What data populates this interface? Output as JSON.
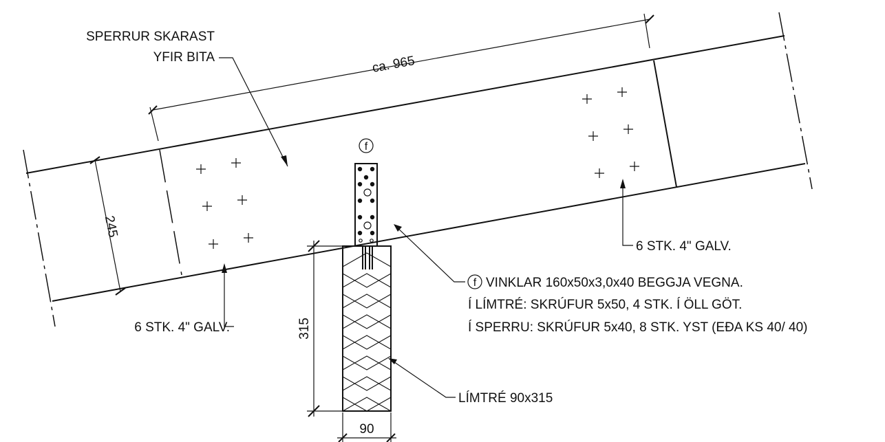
{
  "labels": {
    "rafter_overlap_line1": "SPERRUR SKARAST",
    "rafter_overlap_line2": "YFIR BITA",
    "nails_right": "6 STK. 4\" GALV.",
    "nails_left": "6 STK. 4\" GALV.",
    "bracket_line1": "VINKLAR 160x50x3,0x40 BEGGJA VEGNA.",
    "bracket_line2": "Í LÍMTRÉ: SKRÚFUR 5x50, 4 STK. Í ÖLL GÖT.",
    "bracket_line3": "Í SPERRU: SKRÚFUR 5x40, 8 STK. YST (EÐA KS 40/ 40)",
    "glulam": "LÍMTRÉ 90x315",
    "bracket_tag": "f"
  },
  "dimensions": {
    "overlap_length": "ca. 965",
    "rafter_depth": "245",
    "beam_height": "315",
    "beam_width": "90"
  },
  "colors": {
    "line": "#111111",
    "background": "#ffffff"
  }
}
